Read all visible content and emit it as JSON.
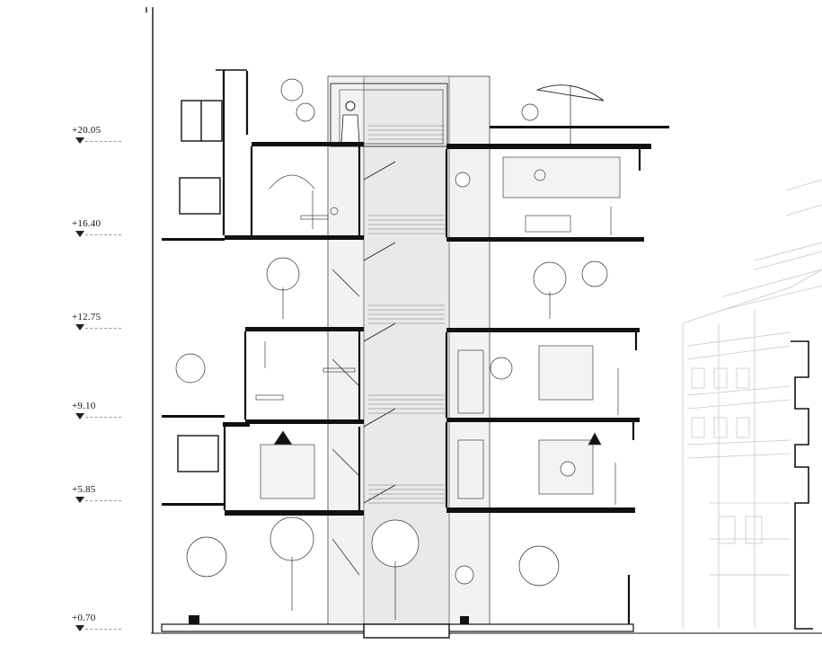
{
  "section": {
    "levels": [
      {
        "label": "+20.05",
        "value": 20.05
      },
      {
        "label": "+16.40",
        "value": 16.4
      },
      {
        "label": "+12.75",
        "value": 12.75
      },
      {
        "label": "+9.10",
        "value": 9.1
      },
      {
        "label": "+5.85",
        "value": 5.85
      },
      {
        "label": "+0.70",
        "value": 0.7
      }
    ]
  },
  "colors": {
    "line": "#111111",
    "light_line": "#bdbdbd",
    "fill_gray": "#e6e6e6",
    "slab": "#111111"
  }
}
